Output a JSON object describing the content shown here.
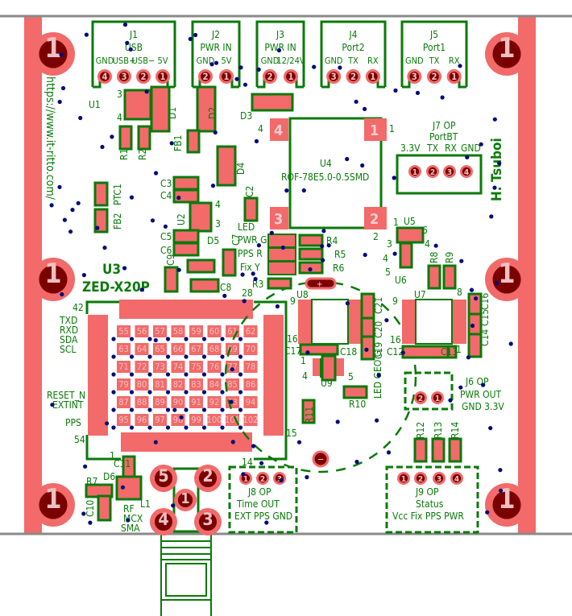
{
  "board": {
    "author": "H. Tsuboi",
    "url": "https://www.it-ritto.com/",
    "mount_hole_label": "1",
    "colors": {
      "pad": "#f26a6a",
      "silk": "#0a7a0a",
      "via": "#000a7a",
      "pin": "#7a0000",
      "edge": "#8a8a8a"
    }
  },
  "connectors": [
    {
      "ref": "J1",
      "name": "USB",
      "pins": [
        "GND",
        "USB+",
        "USB−",
        "5V"
      ],
      "numbers": [
        "4",
        "3",
        "2",
        "1"
      ]
    },
    {
      "ref": "J2",
      "name": "PWR  IN",
      "pins": [
        "GND",
        "5V"
      ],
      "numbers": [
        "2",
        "1"
      ]
    },
    {
      "ref": "J3",
      "name": "PWR  IN",
      "pins": [
        "GND",
        "12/24V"
      ],
      "numbers": [
        "2",
        "1"
      ]
    },
    {
      "ref": "J4",
      "name": "Port2",
      "pins": [
        "GND",
        "TX",
        "RX"
      ],
      "numbers": [
        "3",
        "2",
        "1"
      ]
    },
    {
      "ref": "J5",
      "name": "Port1",
      "pins": [
        "GND",
        "TX",
        "RX"
      ],
      "numbers": [
        "3",
        "2",
        "1"
      ]
    }
  ],
  "j7": {
    "ref": "J7  OP",
    "name": "PortBT",
    "pins": [
      "3.3V",
      "TX",
      "RX",
      "GND"
    ],
    "numbers": [
      "1",
      "2",
      "3",
      "4"
    ]
  },
  "j6": {
    "ref": "J6  OP",
    "line1": "PWR OUT",
    "line2": "GND 3.3V",
    "numbers": [
      "2",
      "1"
    ]
  },
  "j8": {
    "ref": "J8   OP",
    "line1": "Time    OUT",
    "line2": "EXT PPS GND",
    "numbers": [
      "1",
      "2",
      "3"
    ]
  },
  "j9": {
    "ref": "J9   OP",
    "line1": "Status",
    "line2": "Vcc  Fix PPS PWR",
    "numbers": [
      "1",
      "2",
      "3",
      "4"
    ]
  },
  "u4": {
    "ref": "U4",
    "part": "ROF-78E5.0-0.5SMD",
    "pads": [
      "4",
      "1",
      "3",
      "2"
    ],
    "pin_labels": [
      "4",
      "1"
    ]
  },
  "u3": {
    "ref": "U3",
    "part": "ZED-X20P",
    "corner_labels": [
      "42",
      "28",
      "54",
      "14",
      "1",
      "15"
    ],
    "signals": [
      "TXD",
      "RXD",
      "SDA",
      "SCL",
      "RESET_N",
      "EXTINT",
      "PPS"
    ],
    "grid_pads": [
      "55",
      "56",
      "57",
      "58",
      "59",
      "60",
      "61",
      "62",
      "63",
      "64",
      "65",
      "66",
      "67",
      "68",
      "69",
      "70",
      "71",
      "72",
      "73",
      "74",
      "75",
      "76",
      "77",
      "78",
      "79",
      "80",
      "81",
      "82",
      "83",
      "84",
      "85",
      "86",
      "87",
      "88",
      "89",
      "90",
      "91",
      "92",
      "93",
      "94",
      "95",
      "96",
      "97",
      "98",
      "99",
      "100",
      "101",
      "102"
    ]
  },
  "leds": {
    "title": "LED",
    "rows": [
      "PWR  G",
      "PPS  R",
      "Fix  Y"
    ],
    "geo": "LED  GEO  G"
  },
  "sma": {
    "labels": [
      "RF",
      "MCX",
      "SMA"
    ],
    "pads": [
      "5",
      "2",
      "1",
      "4",
      "3"
    ]
  },
  "refs": {
    "U1": "U1",
    "D1": "D1",
    "D2": "D2",
    "D3": "D3",
    "D4": "D4",
    "D5": "D5",
    "D6": "D6",
    "FB1": "FB1",
    "FB2": "FB2",
    "PTC1": "PTC1",
    "R1": "R1",
    "R2": "R2",
    "R3": "R3",
    "R4": "R4",
    "R5": "R5",
    "R6": "R6",
    "R7": "R7",
    "R8": "R8",
    "R9": "R9",
    "R10": "R10",
    "R11": "R11",
    "R12": "R12",
    "R13": "R13",
    "R14": "R14",
    "C1": "C1",
    "C2": "C2",
    "C3": "C3",
    "C4": "C4",
    "C5": "C5",
    "C6": "C6",
    "C7": "C7",
    "C8": "C8",
    "C9": "C9",
    "C10": "C10",
    "C11": "C11",
    "C12": "C12",
    "C13": "C13",
    "C14": "C14",
    "C15": "C15",
    "C16": "C16",
    "C17": "C17",
    "C18": "C18",
    "C19": "C19",
    "C20": "C20",
    "C21": "C21",
    "U2": "U2",
    "U5": "U5",
    "U6": "U6",
    "U7": "U7",
    "U8": "U8",
    "U9": "U9",
    "L1": "L1"
  },
  "pin_marks": {
    "one": "1",
    "two": "2",
    "three": "3",
    "four": "4",
    "five": "5",
    "six": "6",
    "eight": "8",
    "nine": "9",
    "sixteen": "16",
    "seventeen": "17"
  },
  "battery": {
    "plus": "+",
    "minus": "−"
  }
}
